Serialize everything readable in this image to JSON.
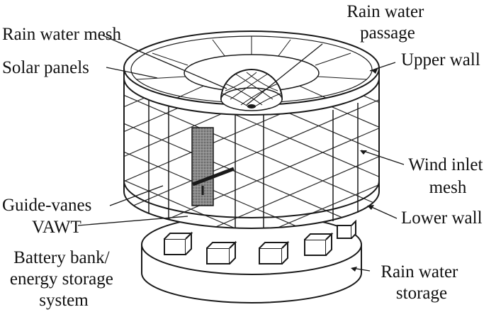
{
  "labels": {
    "rain_water_passage": [
      "Rain water",
      "passage"
    ],
    "rain_water_mesh": "Rain water mesh",
    "solar_panels": "Solar panels",
    "upper_wall": "Upper wall",
    "wind_inlet_mesh": [
      "Wind inlet",
      "mesh"
    ],
    "guide_vanes": "Guide-vanes",
    "vawt": "VAWT",
    "lower_wall": "Lower wall",
    "battery_bank": [
      "Battery bank/",
      "energy storage",
      "system"
    ],
    "rain_water_storage": [
      "Rain water",
      "storage"
    ]
  },
  "colors": {
    "line": "#1a1a1a",
    "blade": "#6e6e6e",
    "background": "#ffffff"
  }
}
